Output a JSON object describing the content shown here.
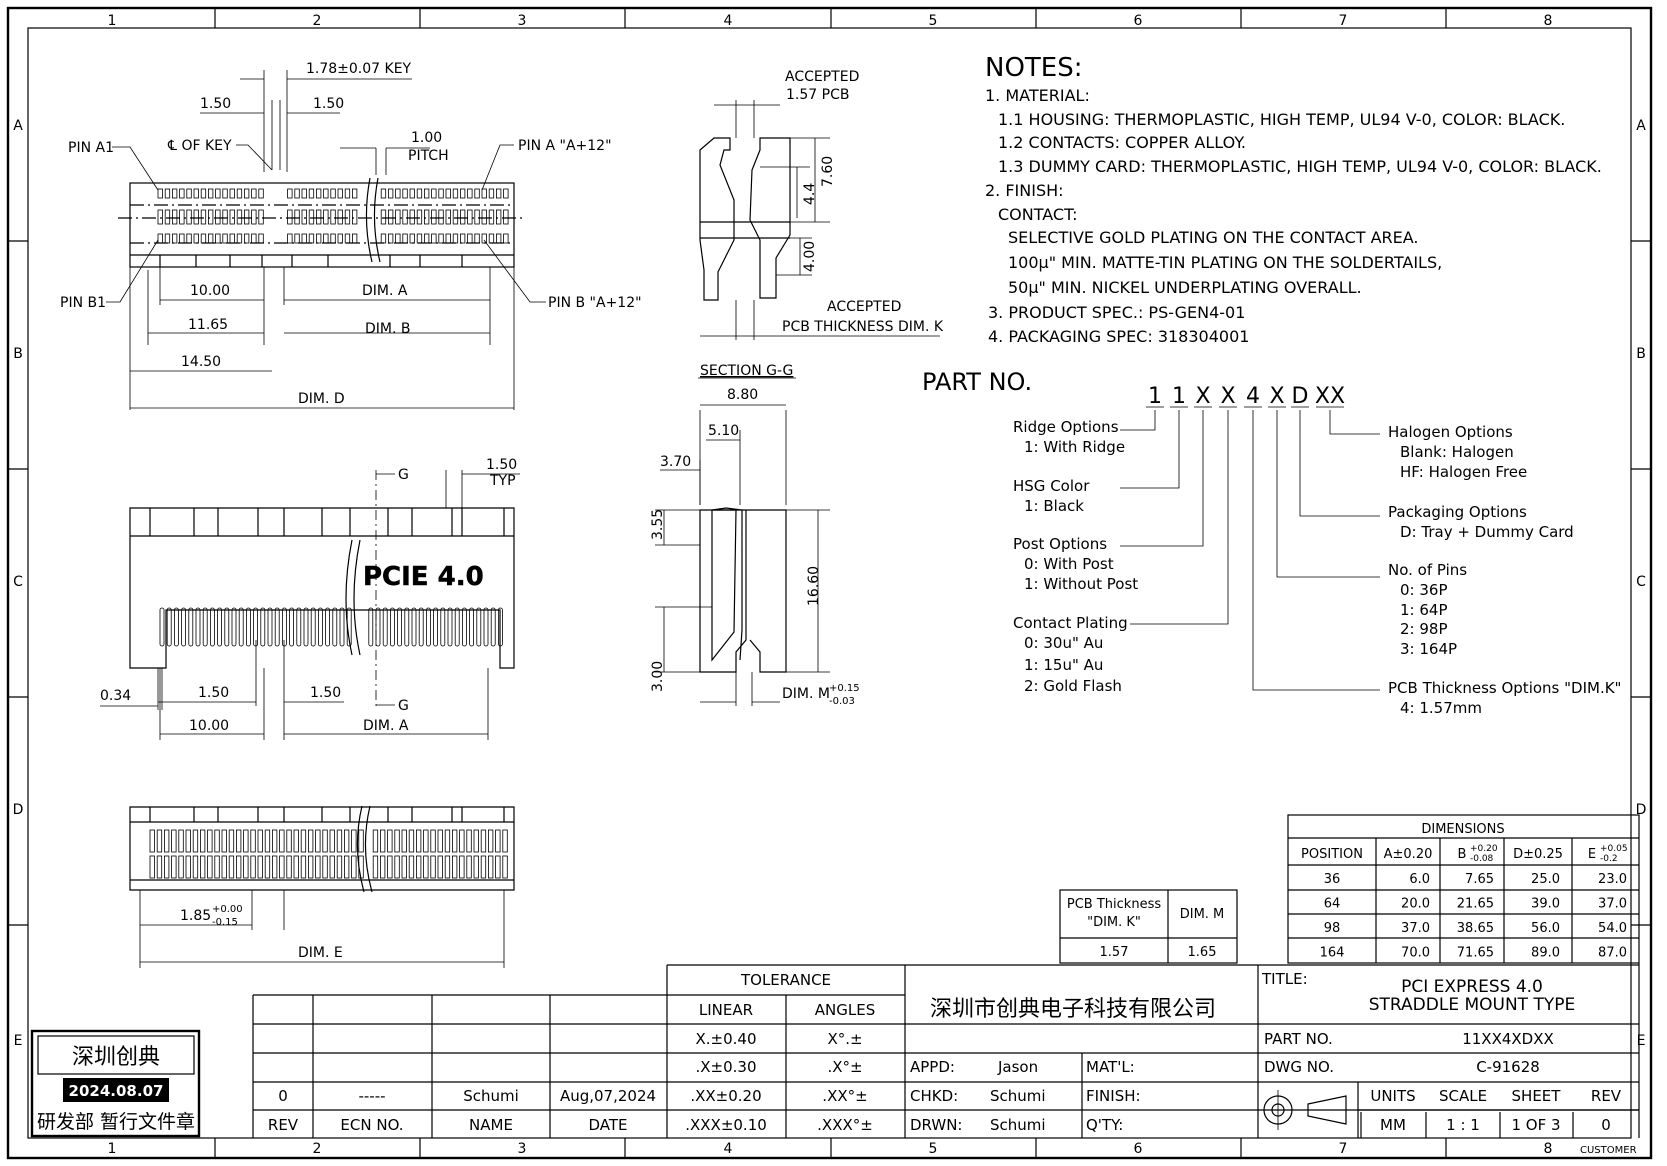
{
  "grid": {
    "columns": [
      "1",
      "2",
      "3",
      "4",
      "5",
      "6",
      "7",
      "8"
    ],
    "rows": [
      "A",
      "B",
      "C",
      "D",
      "E"
    ],
    "customer_label": "CUSTOMER"
  },
  "notes": {
    "heading": "NOTES:",
    "lines": [
      "1. MATERIAL:",
      "1.1 HOUSING: THERMOPLASTIC, HIGH TEMP, UL94 V-0, COLOR: BLACK.",
      "1.2 CONTACTS: COPPER ALLOY.",
      "1.3 DUMMY CARD: THERMOPLASTIC, HIGH TEMP, UL94 V-0, COLOR: BLACK.",
      "2. FINISH:",
      "CONTACT:",
      "SELECTIVE GOLD PLATING ON THE CONTACT AREA.",
      "100μ\" MIN. MATTE-TIN PLATING ON THE SOLDERTAILS,",
      "50μ\" MIN. NICKEL UNDERPLATING OVERALL.",
      "3. PRODUCT SPEC.: PS-GEN4-01",
      "4. PACKAGING SPEC: 318304001"
    ]
  },
  "part_no": {
    "heading": "PART NO.",
    "chars": [
      "1",
      "1",
      "X",
      "X",
      "4",
      "X",
      "D",
      "XX"
    ],
    "left_options": [
      {
        "title": "Ridge Options",
        "items": [
          "1: With Ridge"
        ]
      },
      {
        "title": "HSG Color",
        "items": [
          "1: Black"
        ]
      },
      {
        "title": "Post Options",
        "items": [
          "0: With Post",
          "1: Without Post"
        ]
      },
      {
        "title": "Contact Plating",
        "items": [
          "0: 30u\" Au",
          "1: 15u\" Au",
          "2: Gold Flash"
        ]
      }
    ],
    "right_options": [
      {
        "title": "Halogen Options",
        "items": [
          "Blank: Halogen",
          "HF: Halogen Free"
        ]
      },
      {
        "title": "Packaging Options",
        "items": [
          "D: Tray + Dummy Card"
        ]
      },
      {
        "title": "No. of Pins",
        "items": [
          "0: 36P",
          "1: 64P",
          "2: 98P",
          "3: 164P"
        ]
      },
      {
        "title": "PCB Thickness Options \"DIM.K\"",
        "items": [
          "4: 1.57mm"
        ]
      }
    ]
  },
  "top_view": {
    "key_dim": "1.78±0.07 KEY",
    "dim_150_left": "1.50",
    "dim_150_right": "1.50",
    "pitch_value": "1.00",
    "pitch_label": "PITCH",
    "pin_a1": "PIN A1",
    "cl_key": "℄ OF KEY",
    "pin_a_end": "PIN A \"A+12\"",
    "pin_b1": "PIN B1",
    "pin_b_end": "PIN B \"A+12\"",
    "dim_1000": "10.00",
    "dim_a": "DIM. A",
    "dim_1165": "11.65",
    "dim_b": "DIM. B",
    "dim_1450": "14.50",
    "dim_d": "DIM. D"
  },
  "side_view": {
    "accepted_pcb": [
      "ACCEPTED",
      "1.57 PCB"
    ],
    "dim_760": "7.60",
    "dim_44": "4.4",
    "dim_400": "4.00",
    "accepted_thk": [
      "ACCEPTED",
      "PCB THICKNESS DIM. K"
    ]
  },
  "section": {
    "title": "SECTION G-G",
    "dim_880": "8.80",
    "dim_510": "5.10",
    "dim_370": "3.70",
    "dim_355": "3.55",
    "dim_1660": "16.60",
    "dim_300": "3.00",
    "dim_m": "DIM. M",
    "dim_m_tol_plus": "+0.15",
    "dim_m_tol_minus": "-0.03"
  },
  "front_view": {
    "g_label": "G",
    "typ_value": "1.50",
    "typ_label": "TYP",
    "stamp": "PCIE 4.0",
    "dim_034": "0.34",
    "dim_150_a": "1.50",
    "dim_150_b": "1.50",
    "dim_1000": "10.00",
    "dim_a": "DIM. A"
  },
  "bottom_view": {
    "dim_185": "1.85",
    "tol_plus": "+0.00",
    "tol_minus": "-0.15",
    "dim_e": "DIM. E"
  },
  "dim_table": {
    "title": "DIMENSIONS",
    "headers": [
      "POSITION",
      "A±0.20",
      "B",
      "D±0.25",
      "E"
    ],
    "b_tol": [
      "+0.20",
      "-0.08"
    ],
    "e_tol": [
      "+0.05",
      "-0.2"
    ],
    "rows": [
      [
        "36",
        "6.0",
        "7.65",
        "25.0",
        "23.0"
      ],
      [
        "64",
        "20.0",
        "21.65",
        "39.0",
        "37.0"
      ],
      [
        "98",
        "37.0",
        "38.65",
        "56.0",
        "54.0"
      ],
      [
        "164",
        "70.0",
        "71.65",
        "89.0",
        "87.0"
      ]
    ]
  },
  "pcb_table": {
    "headers": [
      "PCB Thickness",
      "\"DIM. K\"",
      "DIM. M"
    ],
    "row": [
      "1.57",
      "1.65"
    ]
  },
  "title_block": {
    "tolerance": "TOLERANCE",
    "linear": "LINEAR",
    "angles": "ANGLES",
    "tol_rows": [
      [
        "X.±0.40",
        "X°.±"
      ],
      [
        ".X±0.30",
        ".X°±"
      ],
      [
        ".XX±0.20",
        ".XX°±"
      ],
      [
        ".XXX±0.10",
        ".XXX°±"
      ]
    ],
    "rev_row": [
      "0",
      "-----",
      "Schumi",
      "Aug,07,2024"
    ],
    "rev_headers": [
      "REV",
      "ECN NO.",
      "NAME",
      "DATE"
    ],
    "company": "深圳市创典电子科技有限公司",
    "appd_label": "APPD:",
    "appd": "Jason",
    "chkd_label": "CHKD:",
    "chkd": "Schumi",
    "drwn_label": "DRWN:",
    "drwn": "Schumi",
    "matl": "MAT'L:",
    "finish": "FINISH:",
    "qty": "Q'TY:",
    "title_label": "TITLE:",
    "title_1": "PCI EXPRESS 4.0",
    "title_2": "STRADDLE MOUNT TYPE",
    "part_no_label": "PART NO.",
    "part_no": "11XX4XDXX",
    "dwg_no_label": "DWG NO.",
    "dwg_no": "C-91628",
    "units_label": "UNITS",
    "units": "MM",
    "scale_label": "SCALE",
    "scale": "1 : 1",
    "sheet_label": "SHEET",
    "sheet": "1 OF 3",
    "rev_label": "REV",
    "rev": "0"
  },
  "stamp": {
    "name": "深圳创典",
    "date": "2024.08.07",
    "text": "研发部 暂行文件章"
  }
}
